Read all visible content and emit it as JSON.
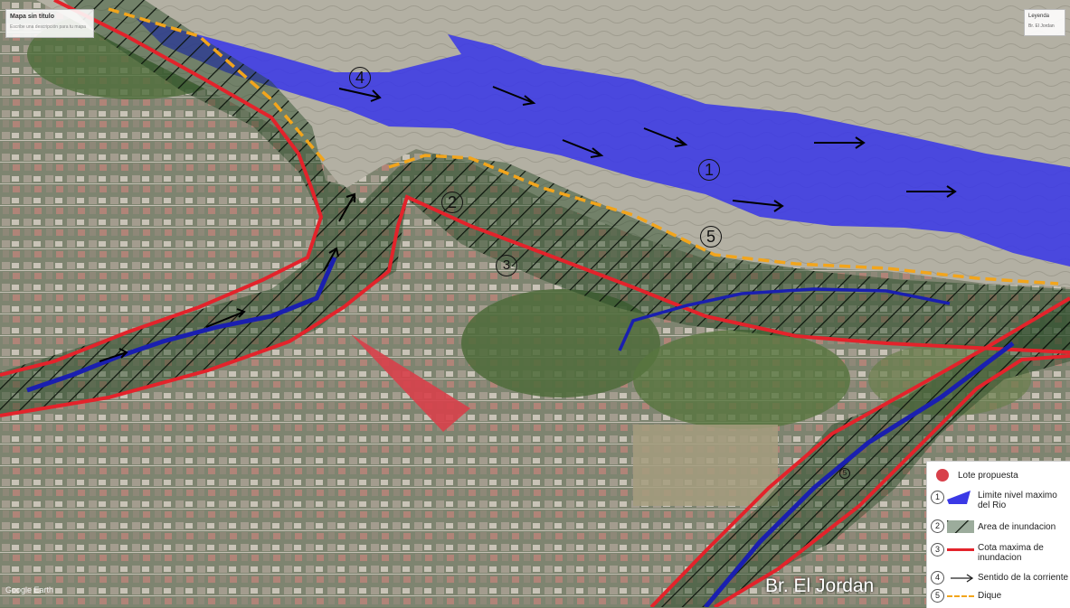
{
  "map_title": "Mapa sin título",
  "map_subtitle": "Escribe una descripción para tu mapa",
  "layers_title": "Leyenda",
  "layers_item": "Br. El Jordan",
  "watermark": "Google Earth",
  "place_label": "Br. El Jordan",
  "markers": {
    "m1": "1",
    "m2": "2",
    "m3": "3",
    "m4": "4",
    "m5": "5",
    "m5b": "5"
  },
  "legend": {
    "lote": "Lote propuesta",
    "rio_num": "1",
    "rio": "Limite nivel maximo del Rio",
    "area_num": "2",
    "area": "Area de inundacion",
    "cota_num": "3",
    "cota": "Cota maxima de inundacion",
    "sentido_num": "4",
    "sentido": "Sentido de la corriente",
    "dique_num": "5",
    "dique": "Dique"
  },
  "colors": {
    "river": "#3b39e6",
    "flood_line": "#e3232b",
    "dike": "#f2a51c",
    "lot": "#d8404a",
    "stream": "#1a1fb0"
  }
}
